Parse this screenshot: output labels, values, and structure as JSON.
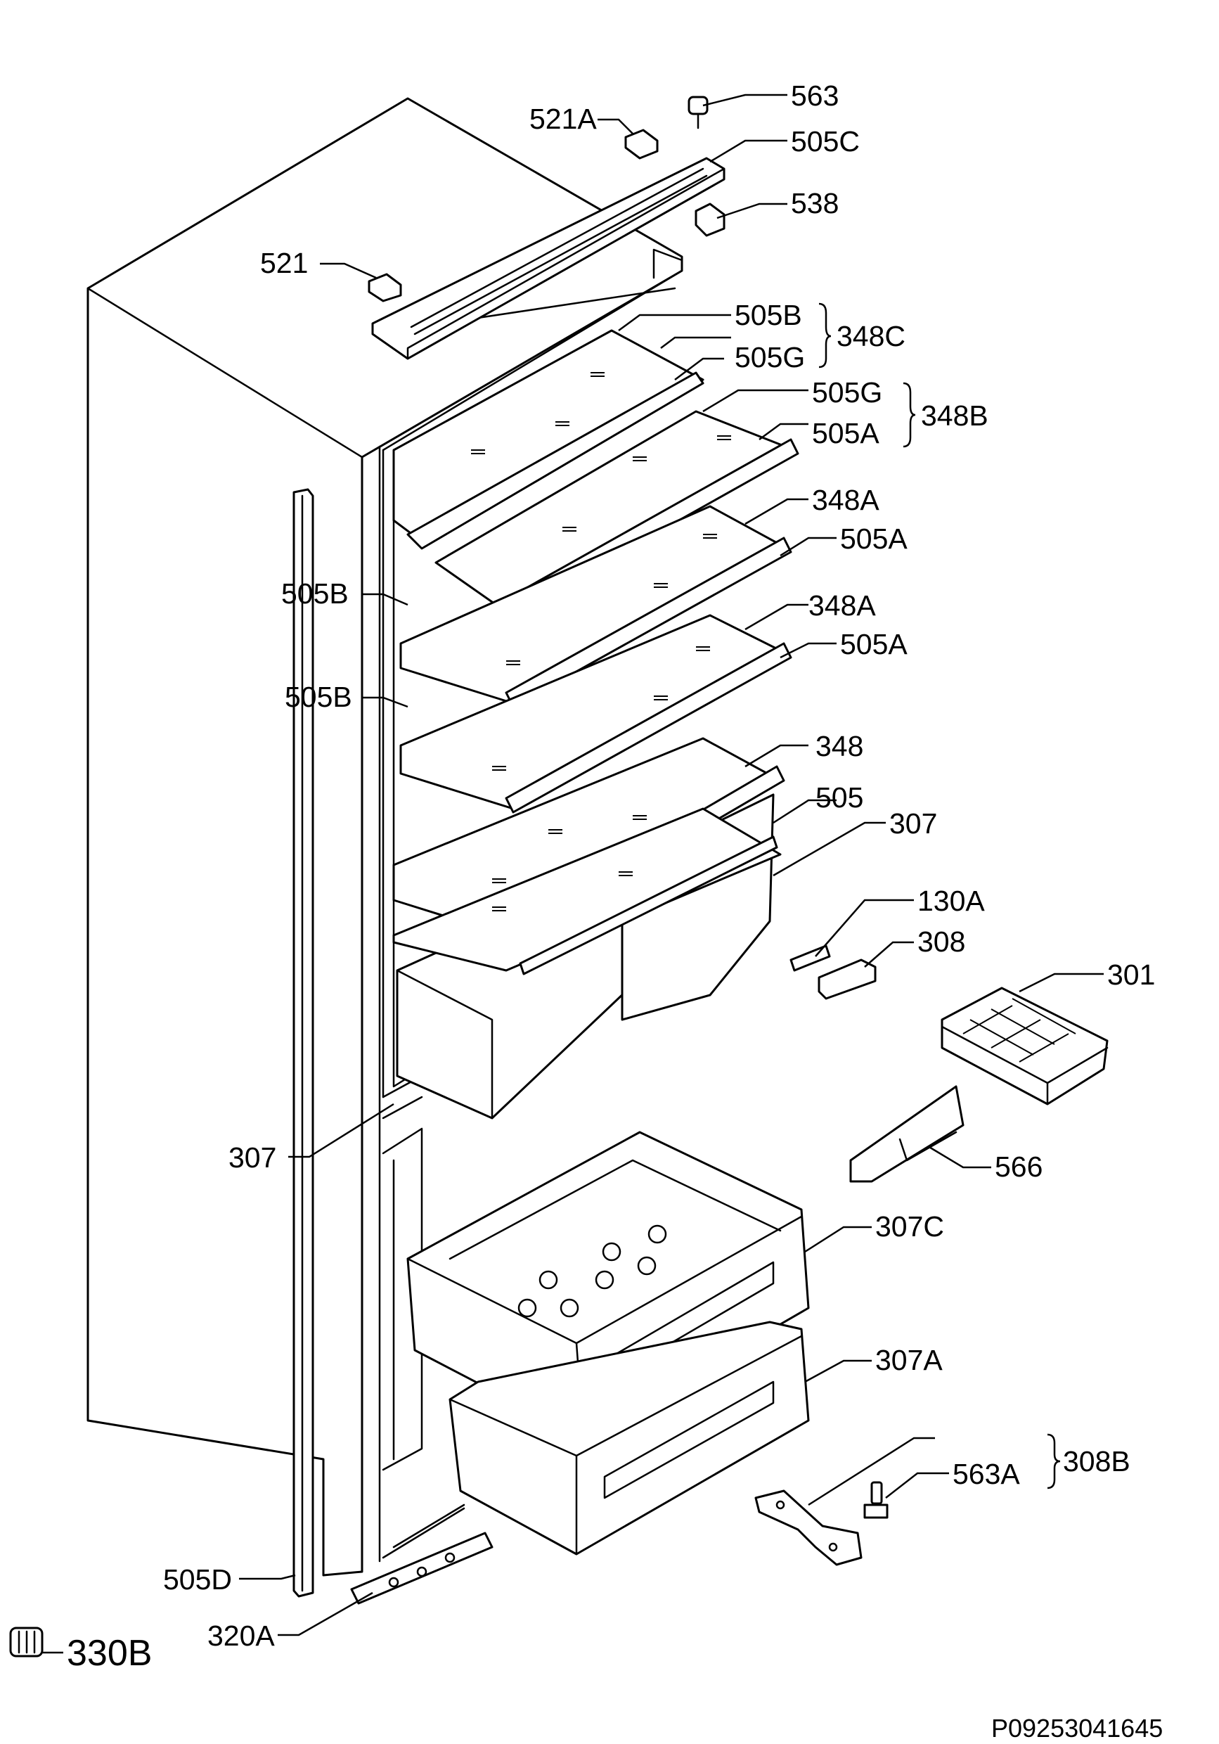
{
  "labels": {
    "p563": "563",
    "p521a": "521A",
    "p505c": "505C",
    "p538": "538",
    "p521": "521",
    "p505b_top": "505B",
    "p348c": "348C",
    "p505g_top": "505G",
    "p505g_mid": "505G",
    "p348b": "348B",
    "p505a_1": "505A",
    "p348a_1": "348A",
    "p505a_2": "505A",
    "p505b_left1": "505B",
    "p348a_2": "348A",
    "p505a_3": "505A",
    "p505b_left2": "505B",
    "p348": "348",
    "p505": "505",
    "p307_top": "307",
    "p130a": "130A",
    "p308": "308",
    "p301": "301",
    "p307_left": "307",
    "p566": "566",
    "p307c": "307C",
    "p307a": "307A",
    "p563a": "563A",
    "p308b": "308B",
    "p505d": "505D",
    "p320a": "320A",
    "p330b": "330B"
  },
  "drawing_ref": "P09253041645"
}
